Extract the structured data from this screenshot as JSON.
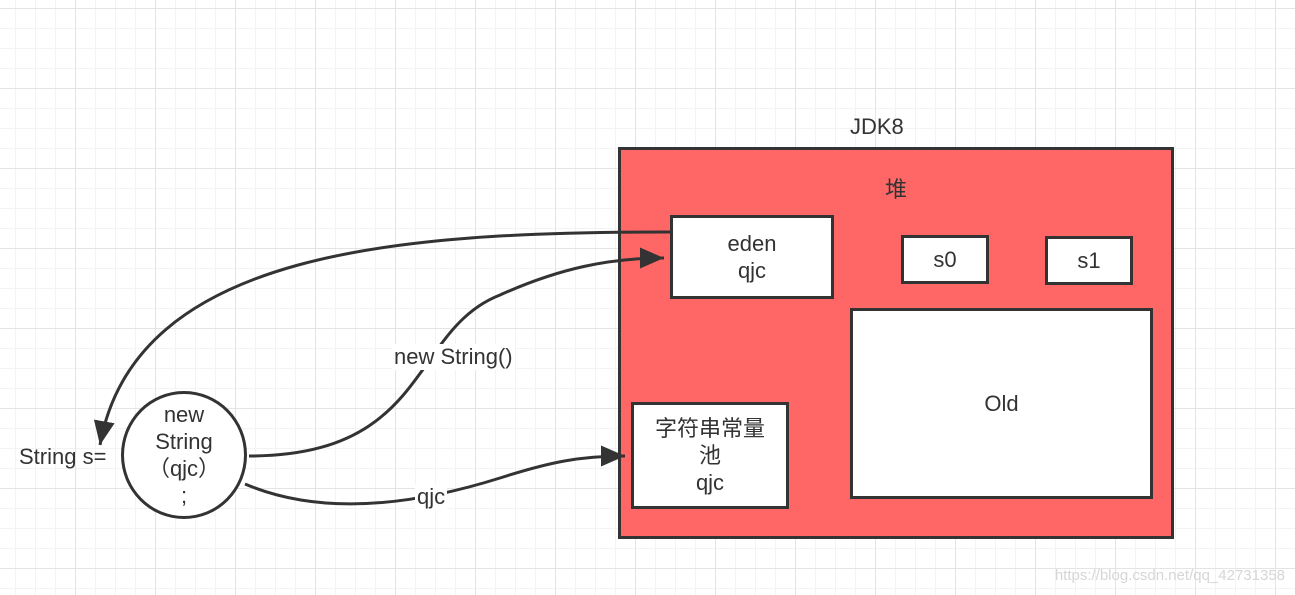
{
  "jdk_label": "JDK8",
  "heap": {
    "title": "堆",
    "eden": {
      "lines": [
        "eden",
        "qjc"
      ]
    },
    "s0": "s0",
    "s1": "s1",
    "old": "Old",
    "string_pool": {
      "lines": [
        "字符串常量",
        "池",
        "qjc"
      ]
    }
  },
  "variable_label": "String s=",
  "expression": {
    "lines": [
      "new",
      "String",
      "（qjc）",
      ";"
    ]
  },
  "arrows": {
    "to_eden_label": "new String()",
    "to_pool_label": "qjc"
  },
  "watermark": "https://blog.csdn.net/qq_42731358",
  "colors": {
    "heap_fill": "#ff6666",
    "stroke": "#333333",
    "background": "#ffffff"
  }
}
